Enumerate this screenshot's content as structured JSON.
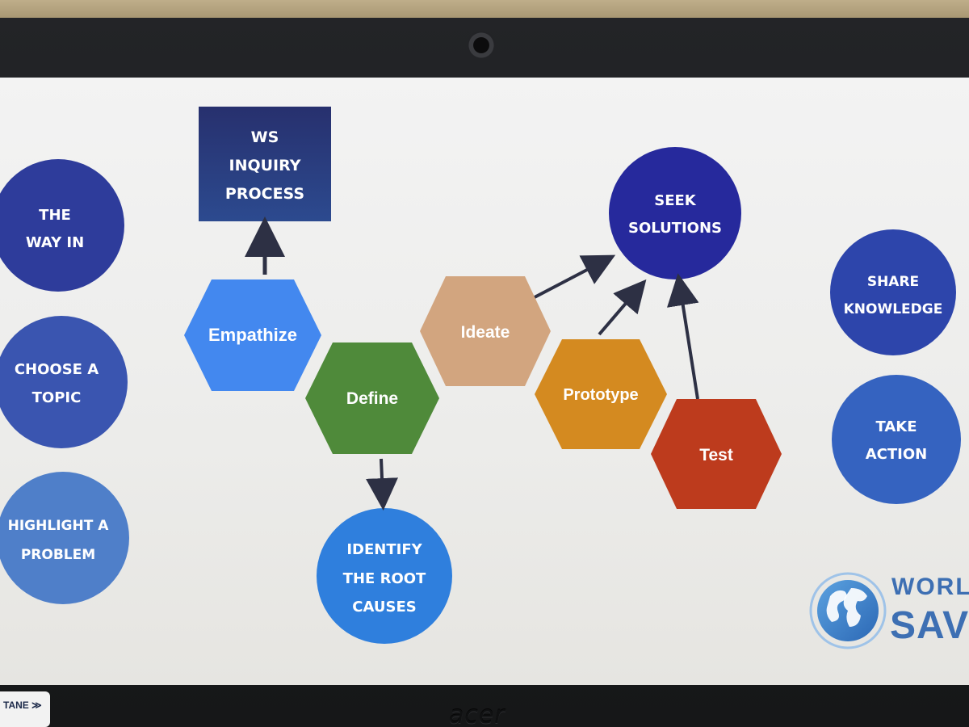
{
  "process_box": {
    "line1": "WS",
    "line2": "INQUIRY",
    "line3": "PROCESS"
  },
  "left_circles": [
    {
      "line1": "THE",
      "line2": "WAY IN",
      "color": "#2e3c9b"
    },
    {
      "line1": "CHOOSE A",
      "line2": "TOPIC",
      "color": "#3a55b0"
    },
    {
      "line1": "HIGHLIGHT A",
      "line2": "PROBLEM",
      "color": "#4f7fc9"
    }
  ],
  "right_circles": [
    {
      "line1": "SHARE",
      "line2": "KNOWLEDGE",
      "color": "#2d45ab"
    },
    {
      "line1": "TAKE",
      "line2": "ACTION",
      "color": "#3563c0"
    }
  ],
  "seek_circle": {
    "line1": "SEEK",
    "line2": "SOLUTIONS",
    "color": "#26299c"
  },
  "root_circle": {
    "line1": "IDENTIFY",
    "line2": "THE ROOT",
    "line3": "CAUSES",
    "color": "#2f7fdd"
  },
  "hexagons": [
    {
      "label": "Empathize",
      "color": "#4388ef"
    },
    {
      "label": "Define",
      "color": "#4f8a3a"
    },
    {
      "label": "Ideate",
      "color": "#d2a57f"
    },
    {
      "label": "Prototype",
      "color": "#d48a20"
    },
    {
      "label": "Test",
      "color": "#bd3b1d"
    }
  ],
  "logo": {
    "line1": "WORL",
    "line2": "SAVV",
    "color": "#3d6fb3"
  },
  "bezel": {
    "brand": "acer",
    "sticker": "TANE ≫"
  }
}
